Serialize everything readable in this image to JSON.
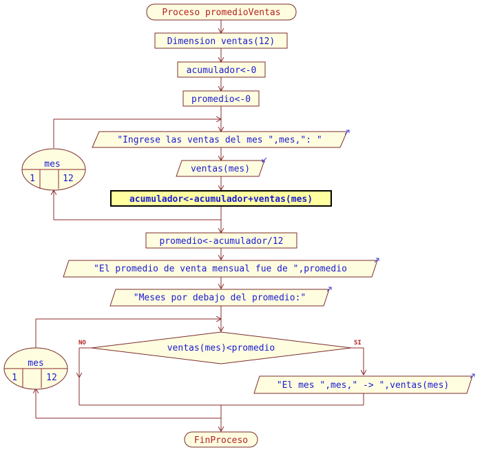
{
  "diagram": {
    "start": {
      "keyword": "Proceso",
      "name": "promedioVentas"
    },
    "dimension": "Dimension ventas(12)",
    "init_acc": "acumulador<-0",
    "init_prom": "promedio<-0",
    "loop1": {
      "var": "mes",
      "from": "1",
      "to": "12"
    },
    "write_prompt": "\"Ingrese las ventas del mes \",mes,\": \"",
    "read_ventas": "ventas(mes)",
    "accumulate": "acumulador<-acumulador+ventas(mes)",
    "calc_prom": "promedio<-acumulador/12",
    "write_avg": "\"El promedio de venta mensual fue de \",promedio",
    "write_below": "\"Meses por debajo del promedio:\"",
    "loop2": {
      "var": "mes",
      "from": "1",
      "to": "12"
    },
    "decision": "ventas(mes)<promedio",
    "branch_no": "NO",
    "branch_si": "SI",
    "write_month": "\"El mes \",mes,\" -> \",ventas(mes)",
    "end": "FinProceso"
  },
  "colors": {
    "box_fill": "#fefde0",
    "box_stroke": "#7a2a2a",
    "line": "#8a2828",
    "text": "#1a1ad0",
    "keyword": "#b22222",
    "highlight_fill": "#ffffa0"
  }
}
